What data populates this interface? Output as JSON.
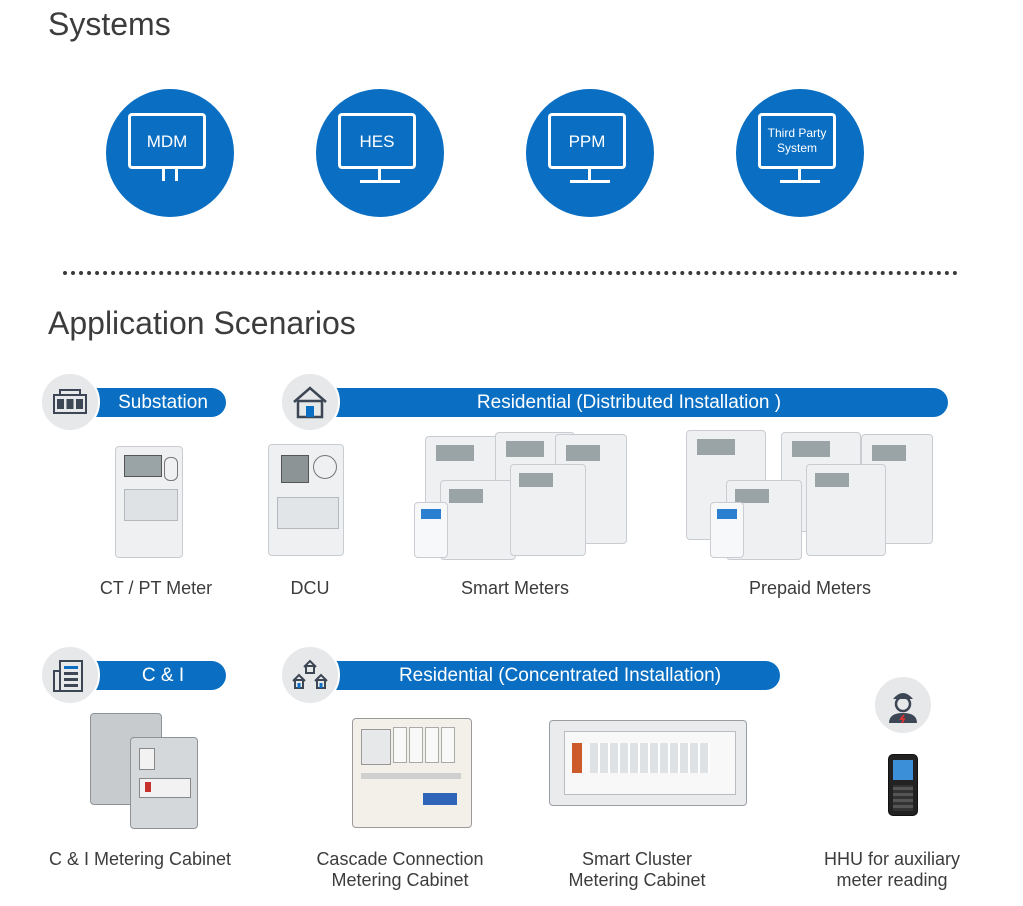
{
  "sections": {
    "systems_title": "Systems",
    "scenarios_title": "Application Scenarios"
  },
  "systems": [
    {
      "label": "MDM",
      "icon": "monitor-icon"
    },
    {
      "label": "HES",
      "icon": "monitor-icon"
    },
    {
      "label": "PPM",
      "icon": "monitor-icon"
    },
    {
      "label": "Third Party System",
      "icon": "monitor-icon"
    }
  ],
  "categories": {
    "substation": "Substation",
    "residential_distributed": "Residential (Distributed Installation )",
    "ci": "C & I",
    "residential_concentrated": "Residential (Concentrated Installation)"
  },
  "products": {
    "ct_pt_meter": "CT / PT Meter",
    "dcu": "DCU",
    "smart_meters": "Smart Meters",
    "prepaid_meters": "Prepaid Meters",
    "ci_cabinet": "C & I Metering Cabinet",
    "cascade_line1": "Cascade Connection",
    "cascade_line2": "Metering Cabinet",
    "cluster_line1": "Smart Cluster",
    "cluster_line2": "Metering Cabinet",
    "hhu_line1": "HHU for auxiliary",
    "hhu_line2": "meter reading"
  },
  "colors": {
    "accent": "#0a6fc2",
    "icon_bg": "#e7e8ea",
    "text": "#3c3c3c"
  }
}
